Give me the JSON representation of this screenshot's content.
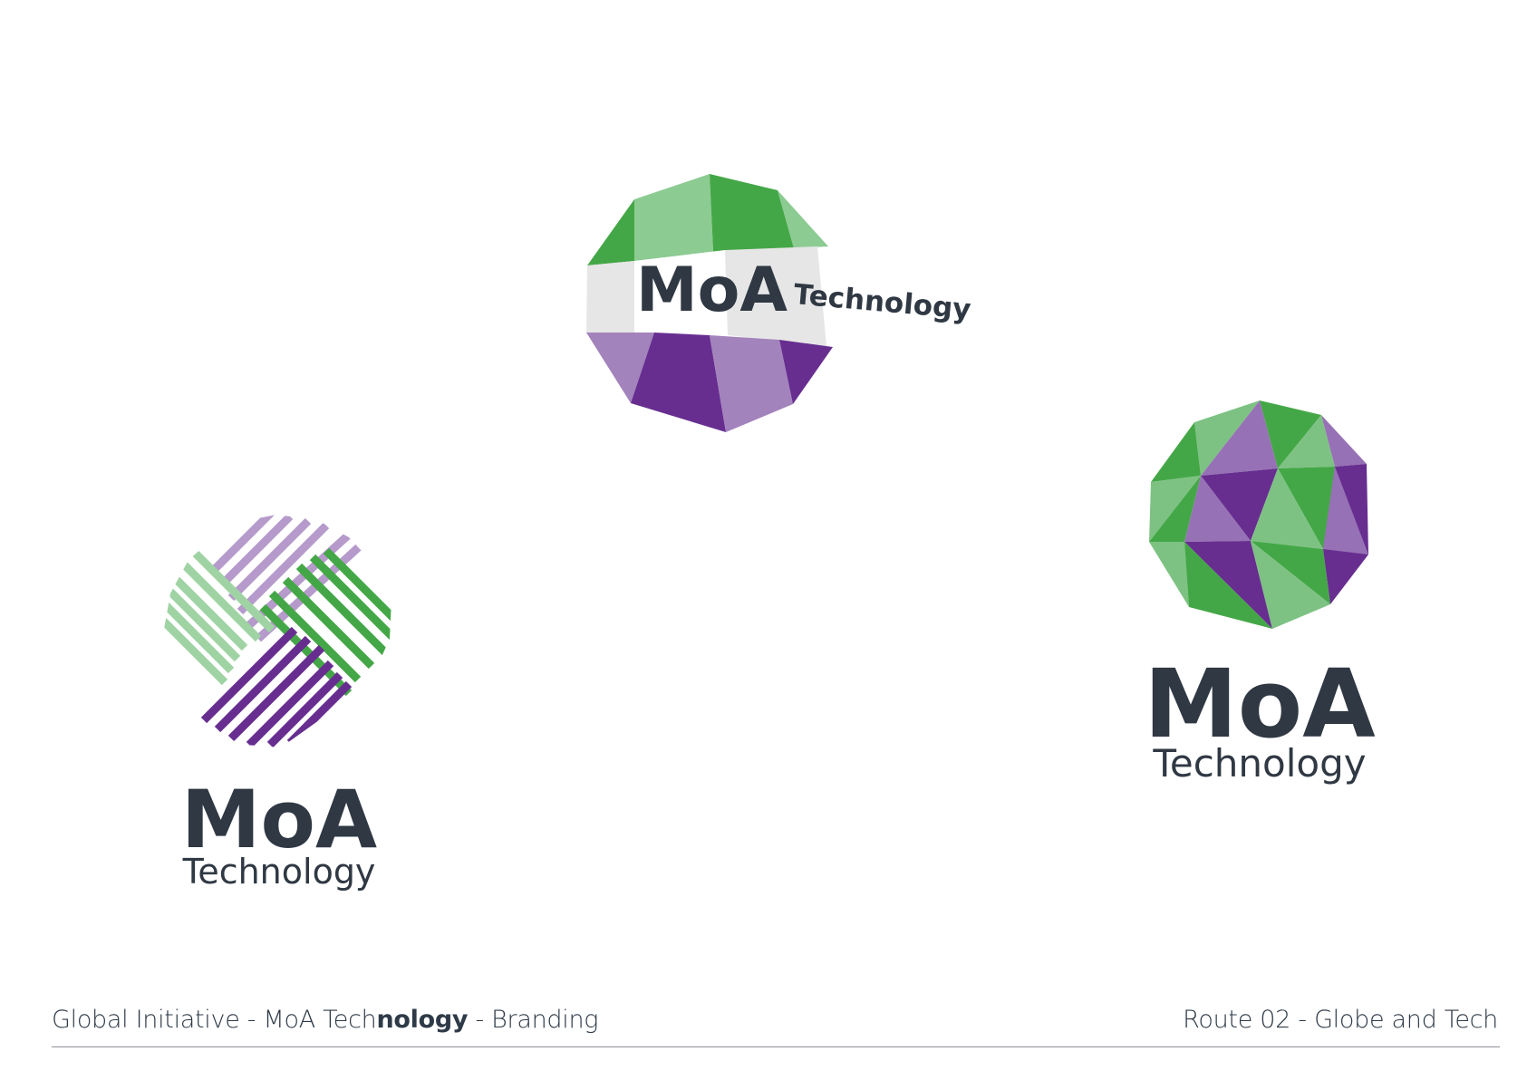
{
  "logos": {
    "top": {
      "wordmark": "MoA",
      "tagline": "Technology"
    },
    "left": {
      "wordmark": "MoA",
      "tagline": "Technology"
    },
    "right": {
      "wordmark": "MoA",
      "tagline": "Technology"
    }
  },
  "footer": {
    "left_prefix": "Global Initiative - MoA Tech",
    "left_bold": "nology",
    "left_suffix": " - Branding",
    "right": "Route 02 - Globe and Tech"
  },
  "colors": {
    "green_dark": "#44a747",
    "green_light": "#8ccb92",
    "purple_dark": "#672e90",
    "purple_light": "#a383bc",
    "band_grey": "#e6e6e6",
    "text_dark": "#2f3843"
  }
}
